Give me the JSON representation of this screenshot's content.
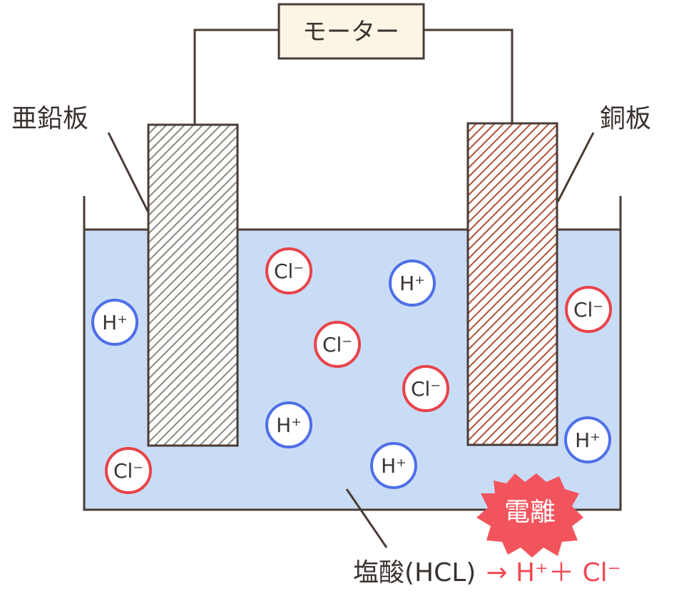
{
  "labels": {
    "motor": "モーター",
    "zinc_plate": "亜鉛板",
    "copper_plate": "銅板",
    "acid_prefix": "塩酸(HCL)",
    "reaction": "→ H⁺＋ Cl⁻",
    "ionization": "電離"
  },
  "ions": [
    {
      "id": "cl-1",
      "type": "Cl",
      "label": "Cl⁻"
    },
    {
      "id": "h-1",
      "type": "H",
      "label": "H⁺"
    },
    {
      "id": "h-2",
      "type": "H",
      "label": "H⁺"
    },
    {
      "id": "cl-2",
      "type": "Cl",
      "label": "Cl⁻"
    },
    {
      "id": "cl-3",
      "type": "Cl",
      "label": "Cl⁻"
    },
    {
      "id": "cl-4",
      "type": "Cl",
      "label": "Cl⁻"
    },
    {
      "id": "h-3",
      "type": "H",
      "label": "H⁺"
    },
    {
      "id": "h-4",
      "type": "H",
      "label": "H⁺"
    },
    {
      "id": "cl-5",
      "type": "Cl",
      "label": "Cl⁻"
    },
    {
      "id": "h-5",
      "type": "H",
      "label": "H⁺"
    }
  ],
  "colors": {
    "solution": "#c9dcf5",
    "outline": "#4a3b35",
    "zinc_hatch": "#8e8880",
    "copper_hatch": "#b0503c",
    "cl_ring": "#e8434b",
    "h_ring": "#4f6fe8",
    "accent_red": "#ef4b55",
    "motor_box": "#fcf5e6"
  }
}
